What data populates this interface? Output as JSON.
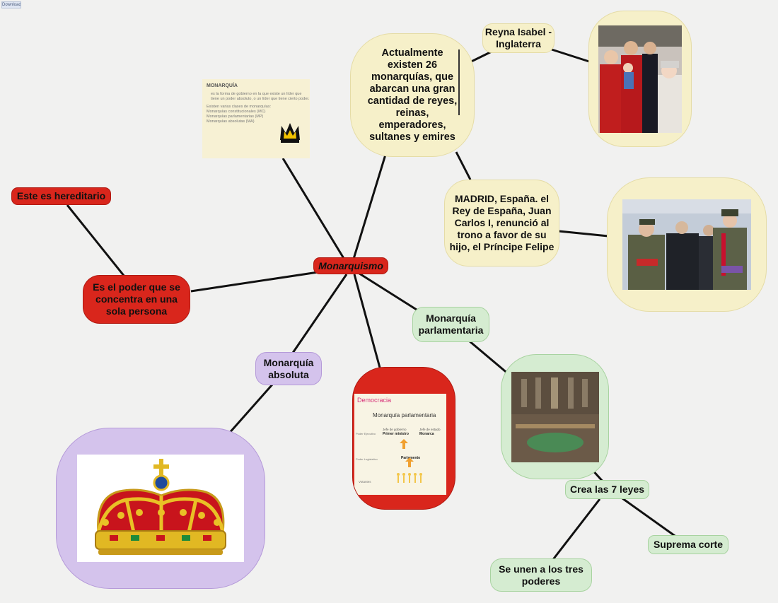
{
  "toolbar": {
    "corner_label": "Download"
  },
  "root": {
    "label": "Monarquismo"
  },
  "left": {
    "definition": "Es el poder que se concentra en una sola persona",
    "hereditary": "Este es hereditario"
  },
  "top": {
    "current": "Actualmente existen 26 monarquías, que abarcan una gran cantidad de reyes, reinas, emperadores, sultanes y emires",
    "isabel": "Reyna Isabel -Inglaterra",
    "madrid": "MADRID, España. el Rey de España, Juan Carlos I, renunció al trono a favor de su hijo, el Príncipe Felipe"
  },
  "doc_image": {
    "title": "MONARQUÍA",
    "line1": "es la forma de gobierno en la que existe un líder que tiene un poder absoluto, o un líder que tiene cierto poder.",
    "line2": "Existen varias clases de monarquías:",
    "line3": "Monarquías constitucionales (MC)",
    "line4": "Monarquías parlamentarias (MP)",
    "line5": "Monarquías absolutas (MA)"
  },
  "bottom": {
    "absolute": "Monarquía absoluta",
    "parliamentary": "Monarquía parlamentaria",
    "laws": "Crea las 7 leyes",
    "court": "Suprema corte",
    "powers": "Se unen a los tres poderes"
  },
  "slide": {
    "header": "Democracia",
    "title": "Monarquía parlamentaria",
    "head_gov": "Jefe de gobierno",
    "head_gov_val": "Primer ministro",
    "head_state": "Jefe de estado",
    "head_state_val": "Monarca",
    "exec": "Poder Ejecutivo",
    "leg": "Poder Legislativo",
    "parliament": "Parlamento",
    "voters": "Votantes"
  },
  "colors": {
    "red": "#d9261c",
    "green": "#d5ecd1",
    "purple": "#d4c3ec",
    "yellow": "#f6f0c9"
  }
}
